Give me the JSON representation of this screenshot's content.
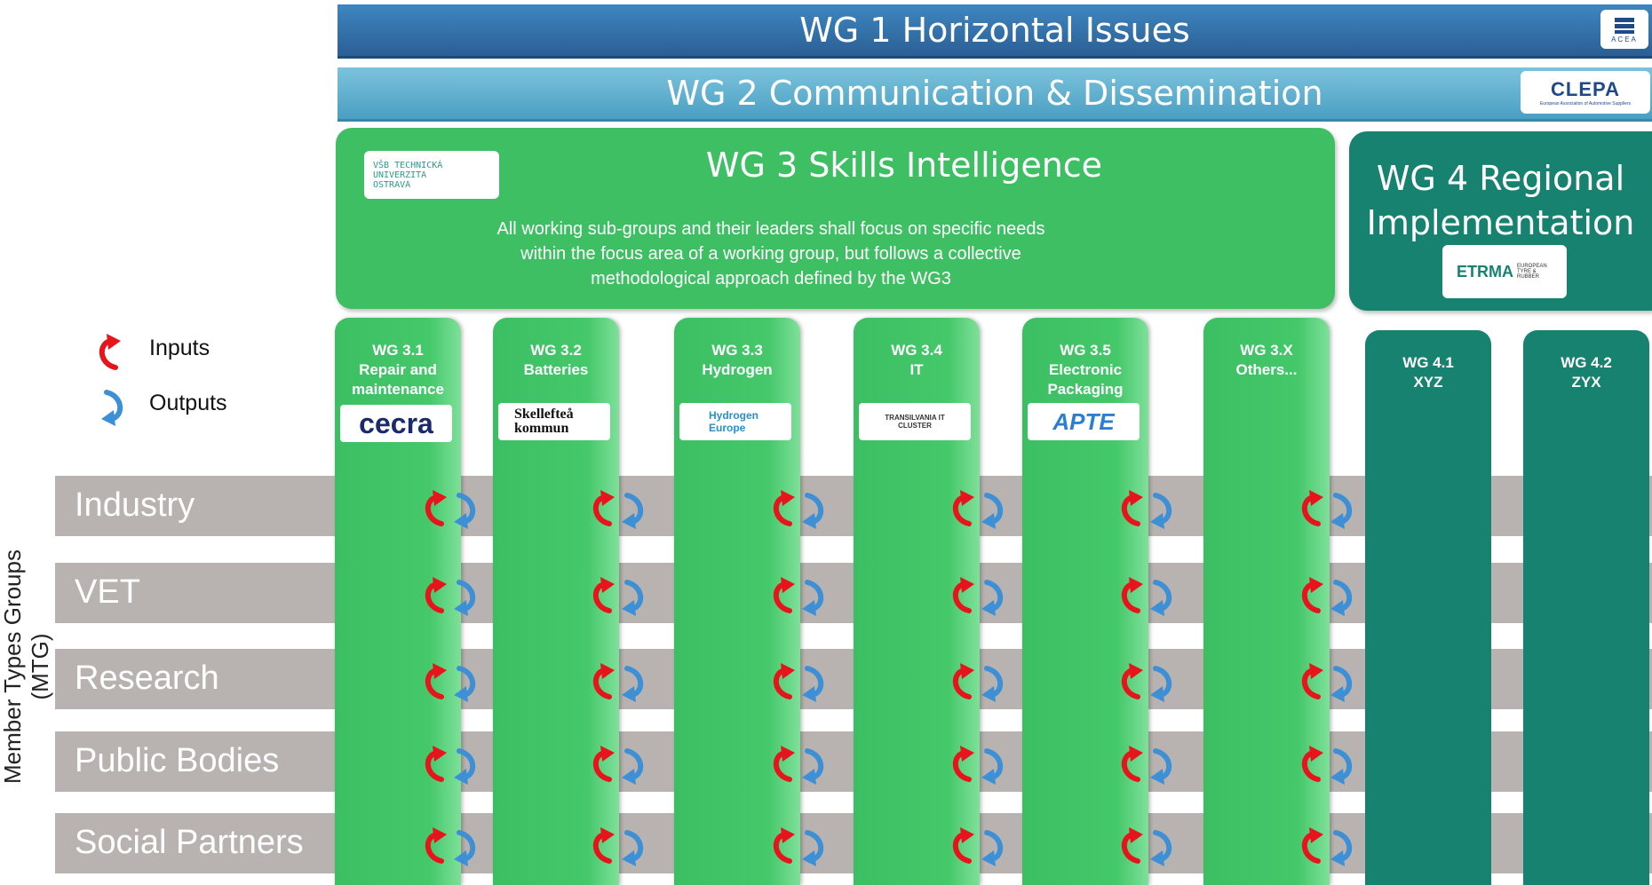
{
  "wg1": {
    "title": "WG 1 Horizontal Issues",
    "logo": "ACEA"
  },
  "wg2": {
    "title": "WG 2 Communication & Dissemination",
    "logo": "CLEPA",
    "logo_sub": "European Association of Automotive Suppliers"
  },
  "wg3": {
    "title": "WG 3 Skills Intelligence",
    "logo": [
      "VŠB TECHNICKÁ",
      "UNIVERZITA",
      "OSTRAVA"
    ],
    "description": [
      "All working sub-groups and their leaders shall focus on specific needs",
      "within the focus area of a working group, but follows a collective",
      "methodological approach defined by the WG3"
    ]
  },
  "wg4": {
    "title_line1": "WG 4 Regional",
    "title_line2": "Implementation",
    "logo": "ETRMA",
    "logo_sub": "EUROPEAN TYRE & RUBBER"
  },
  "legend": {
    "inputs": "Inputs",
    "outputs": "Outputs"
  },
  "y_axis_label": "Member Types Groups (MTG)",
  "rows": [
    "Industry",
    "VET",
    "Research",
    "Public Bodies",
    "Social Partners"
  ],
  "sub_groups": [
    {
      "code": "WG 3.1",
      "line2": "Repair and",
      "line3": "maintenance",
      "logo": "cecra"
    },
    {
      "code": "WG 3.2",
      "line2": "Batteries",
      "line3": "",
      "logo": "Skellefteå kommun"
    },
    {
      "code": "WG 3.3",
      "line2": "Hydrogen",
      "line3": "",
      "logo": "Hydrogen Europe"
    },
    {
      "code": "WG 3.4",
      "line2": "IT",
      "line3": "",
      "logo": "TRANSILVANIA IT CLUSTER"
    },
    {
      "code": "WG 3.5",
      "line2": "Electronic",
      "line3": "Packaging",
      "logo": "APTE"
    },
    {
      "code": "WG 3.X",
      "line2": "Others...",
      "line3": "",
      "logo": ""
    }
  ],
  "wg4_groups": [
    {
      "code": "WG 4.1",
      "line2": "XYZ"
    },
    {
      "code": "WG 4.2",
      "line2": "ZYX"
    }
  ],
  "colors": {
    "input_arrow": "#e8141b",
    "output_arrow": "#3d8fd6",
    "wg3_green": "#3ebf63",
    "wg4_teal": "#17826f",
    "row_gray": "#b8b3b1"
  }
}
